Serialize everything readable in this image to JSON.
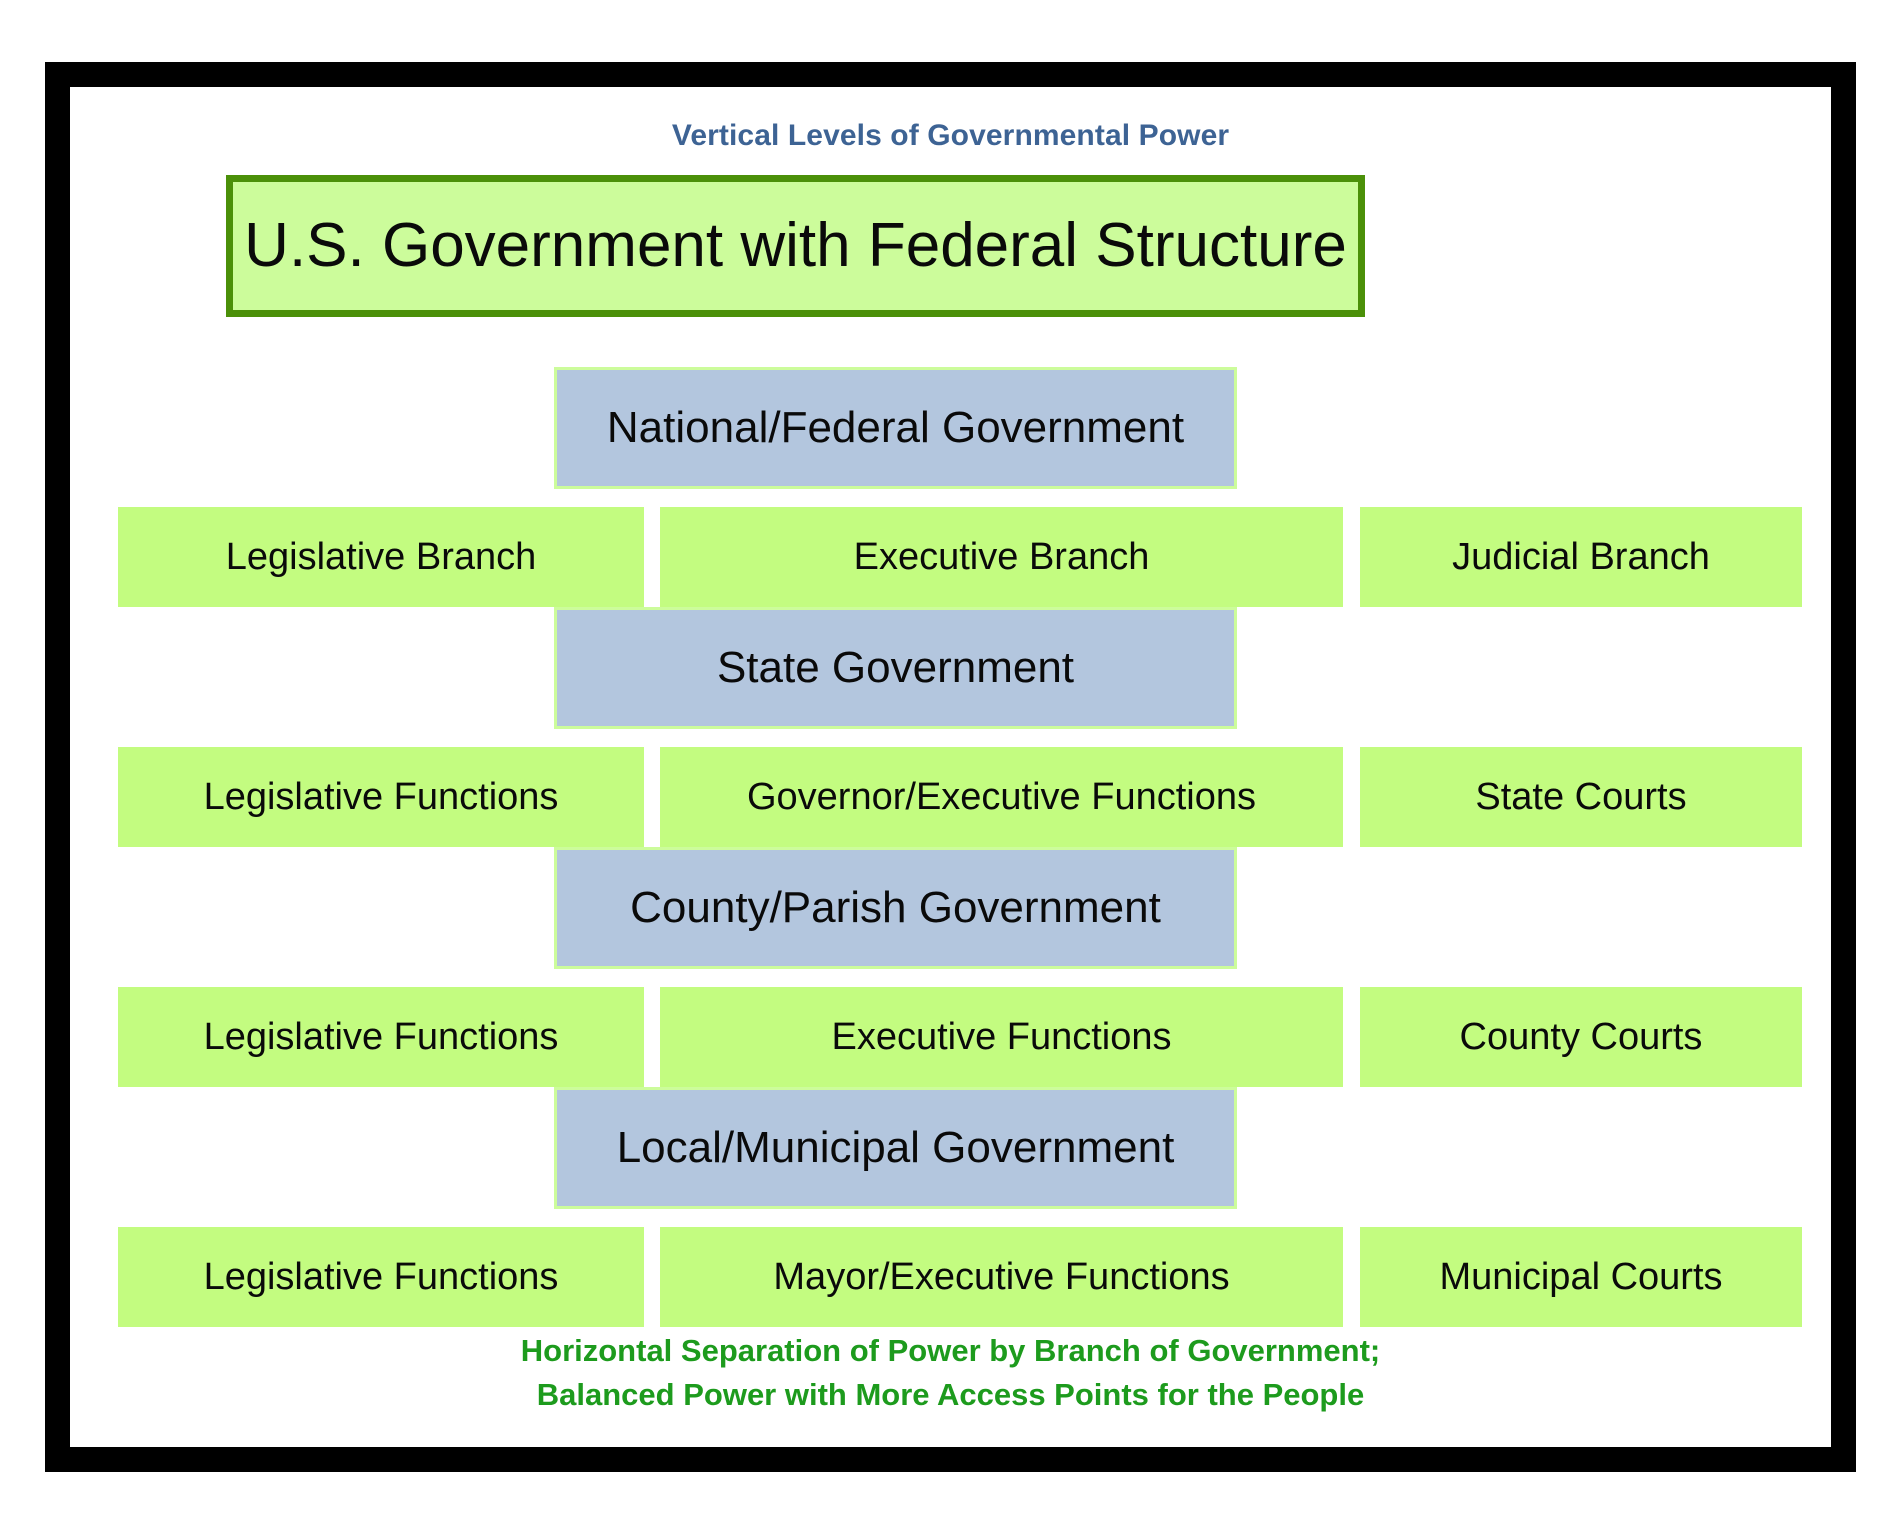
{
  "diagram": {
    "header_caption": "Vertical Levels of Governmental Power",
    "title": "U.S. Government with Federal Structure",
    "footer": {
      "line1": "Horizontal Separation of Power by Branch of Government;",
      "line2": "Balanced Power with More Access Points for the People"
    },
    "colors": {
      "frame": "#000000",
      "title_fill": "#CCFC9B",
      "title_border": "#4B9009",
      "level_fill": "#B3C6DE",
      "branch_fill": "#C3FC80",
      "caption_text": "#3D6394",
      "footer_text": "#1D9B1D",
      "body_text": "#0A0A0A"
    },
    "levels": [
      {
        "level_label": "National/Federal Government",
        "branches": {
          "legislative": "Legislative Branch",
          "executive": "Executive Branch",
          "judicial": "Judicial Branch"
        }
      },
      {
        "level_label": "State Government",
        "branches": {
          "legislative": "Legislative Functions",
          "executive": "Governor/Executive Functions",
          "judicial": "State Courts"
        }
      },
      {
        "level_label": "County/Parish Government",
        "branches": {
          "legislative": "Legislative Functions",
          "executive": "Executive Functions",
          "judicial": "County Courts"
        }
      },
      {
        "level_label": "Local/Municipal Government",
        "branches": {
          "legislative": "Legislative Functions",
          "executive": "Mayor/Executive Functions",
          "judicial": "Municipal Courts"
        }
      }
    ]
  }
}
